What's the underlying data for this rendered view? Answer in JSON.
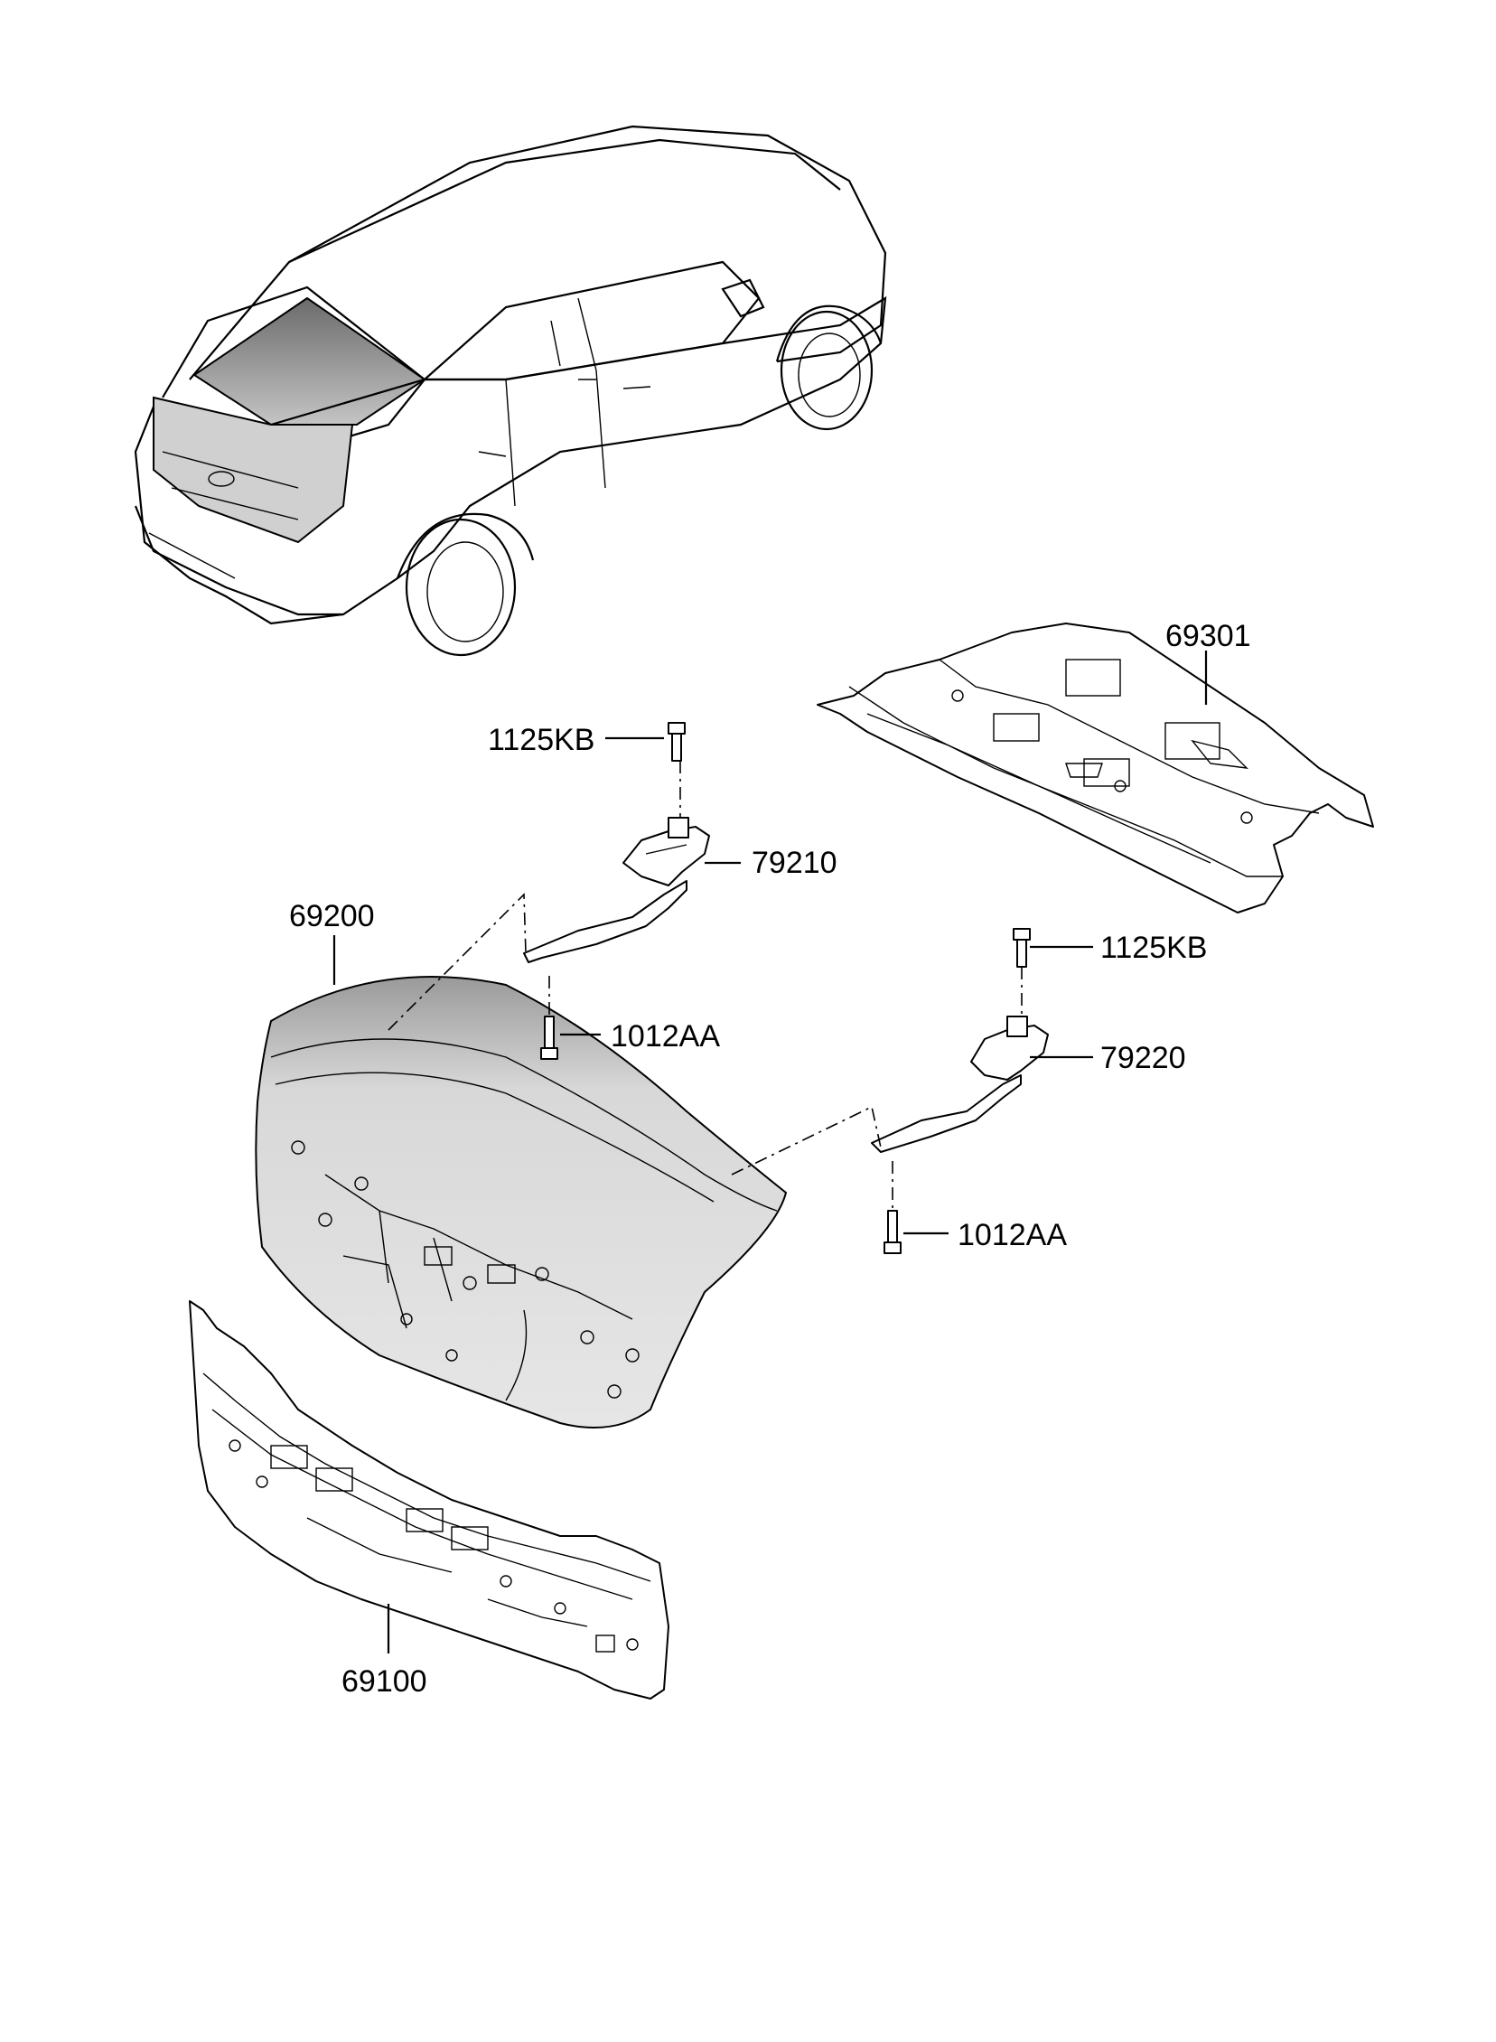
{
  "labels": {
    "p69301": "69301",
    "p1125kb_a": "1125KB",
    "p79210": "79210",
    "p69200": "69200",
    "p1125kb_b": "1125KB",
    "p1012aa_a": "1012AA",
    "p79220": "79220",
    "p1012aa_b": "1012AA",
    "p69100": "69100"
  },
  "colors": {
    "line": "#000000",
    "panel_fill": "#cfcfcf",
    "background": "#ffffff"
  }
}
